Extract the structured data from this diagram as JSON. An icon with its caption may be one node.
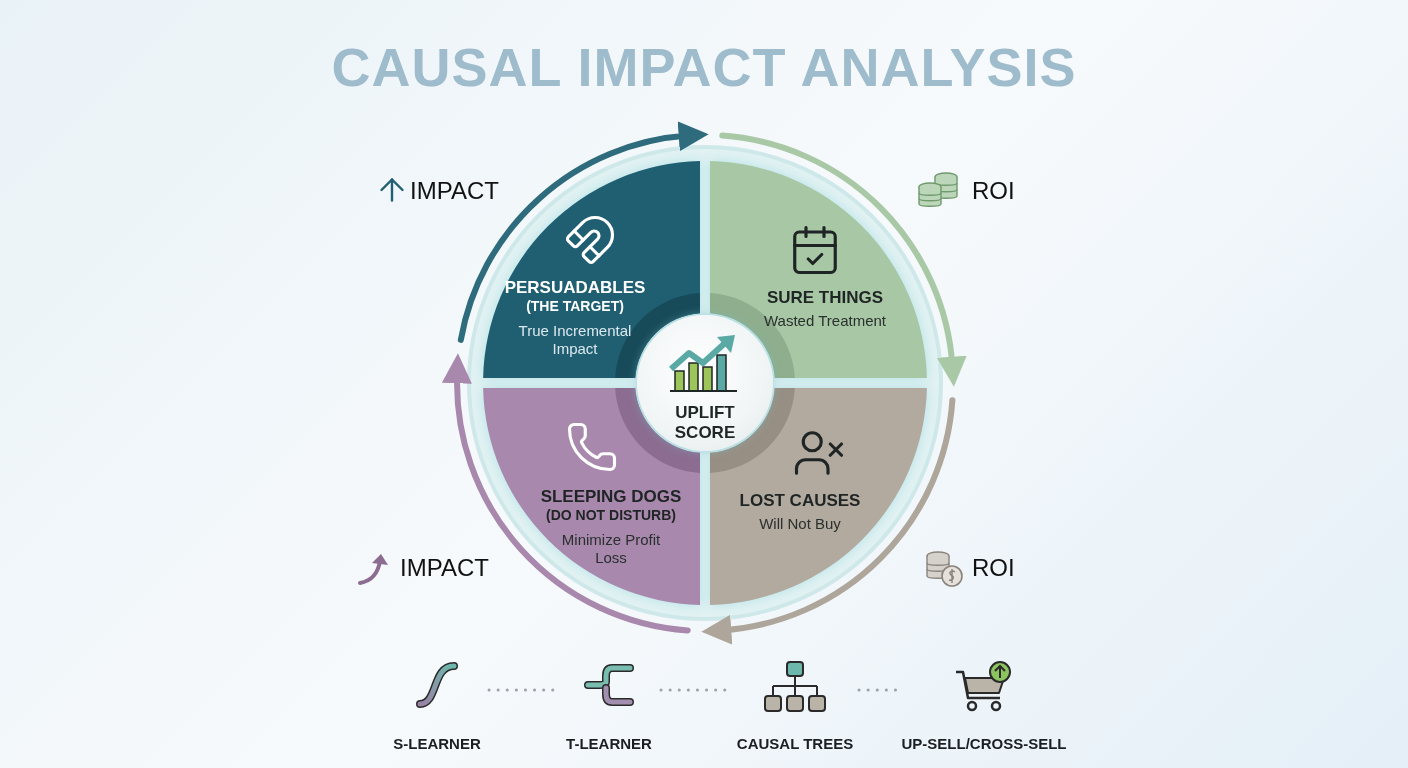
{
  "diagram": {
    "title": "CAUSAL IMPACT ANALYSIS",
    "nodes": [
      {
        "text": [
          "PERSUADABLES",
          "(THE TARGET)",
          "True Incremental Impact"
        ]
      },
      {
        "text": [
          "SURE THINGS",
          "Wasted Treatment"
        ]
      },
      {
        "text": [
          "SLEEPING DOGS",
          "(DO NOT DISTURB)",
          "Minimize Profit Loss"
        ]
      },
      {
        "text": [
          "LOST CAUSES",
          "Will Not Buy"
        ]
      },
      {
        "text": [
          "UPLIFT SCORE"
        ]
      },
      {
        "text": [
          "S-LEARNER"
        ]
      },
      {
        "text": [
          "T-LEARNER"
        ]
      },
      {
        "text": [
          "CAUSAL TREES"
        ]
      },
      {
        "text": [
          "UP-SELL/CROSS-SELL"
        ]
      }
    ],
    "edges": [
      {
        "from": 5,
        "to": 6,
        "arrow": "none",
        "style": "dashed"
      },
      {
        "from": 6,
        "to": 7,
        "arrow": "none",
        "style": "dashed"
      },
      {
        "from": 7,
        "to": 8,
        "arrow": "none",
        "style": "dashed"
      }
    ],
    "labels": [
      "IMPACT",
      "ROI",
      "IMPACT",
      "ROI"
    ]
  }
}
